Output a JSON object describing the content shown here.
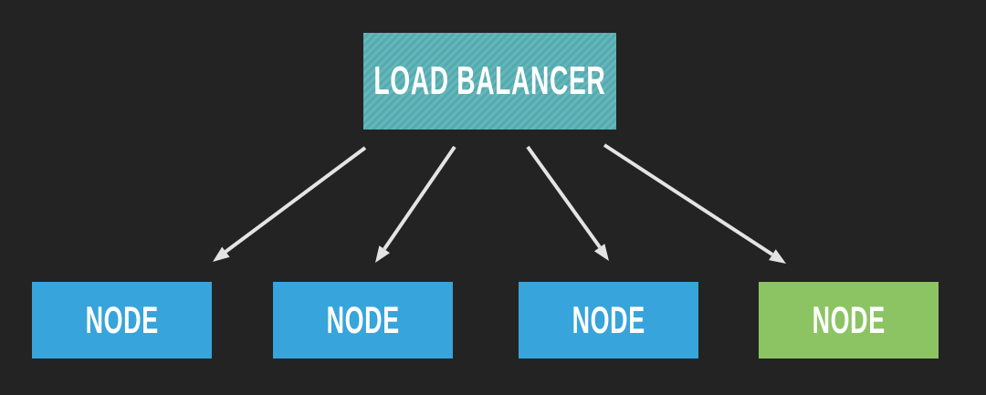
{
  "diagram": {
    "background_color": "#232323",
    "arrow_color": "#e4e4e4",
    "load_balancer": {
      "label": "LOAD BALANCER",
      "fill_color": "#55aeb2",
      "pattern": "diagonal-stripes",
      "text_color": "#ffffff"
    },
    "nodes": [
      {
        "id": "node-1",
        "label": "NODE",
        "fill_color": "#37a4db",
        "text_color": "#ffffff"
      },
      {
        "id": "node-2",
        "label": "NODE",
        "fill_color": "#37a4db",
        "text_color": "#ffffff"
      },
      {
        "id": "node-3",
        "label": "NODE",
        "fill_color": "#37a4db",
        "text_color": "#ffffff"
      },
      {
        "id": "node-4",
        "label": "NODE",
        "fill_color": "#8cc463",
        "text_color": "#ffffff"
      }
    ],
    "connections": [
      {
        "from": "load-balancer",
        "to": "node-1"
      },
      {
        "from": "load-balancer",
        "to": "node-2"
      },
      {
        "from": "load-balancer",
        "to": "node-3"
      },
      {
        "from": "load-balancer",
        "to": "node-4"
      }
    ]
  }
}
